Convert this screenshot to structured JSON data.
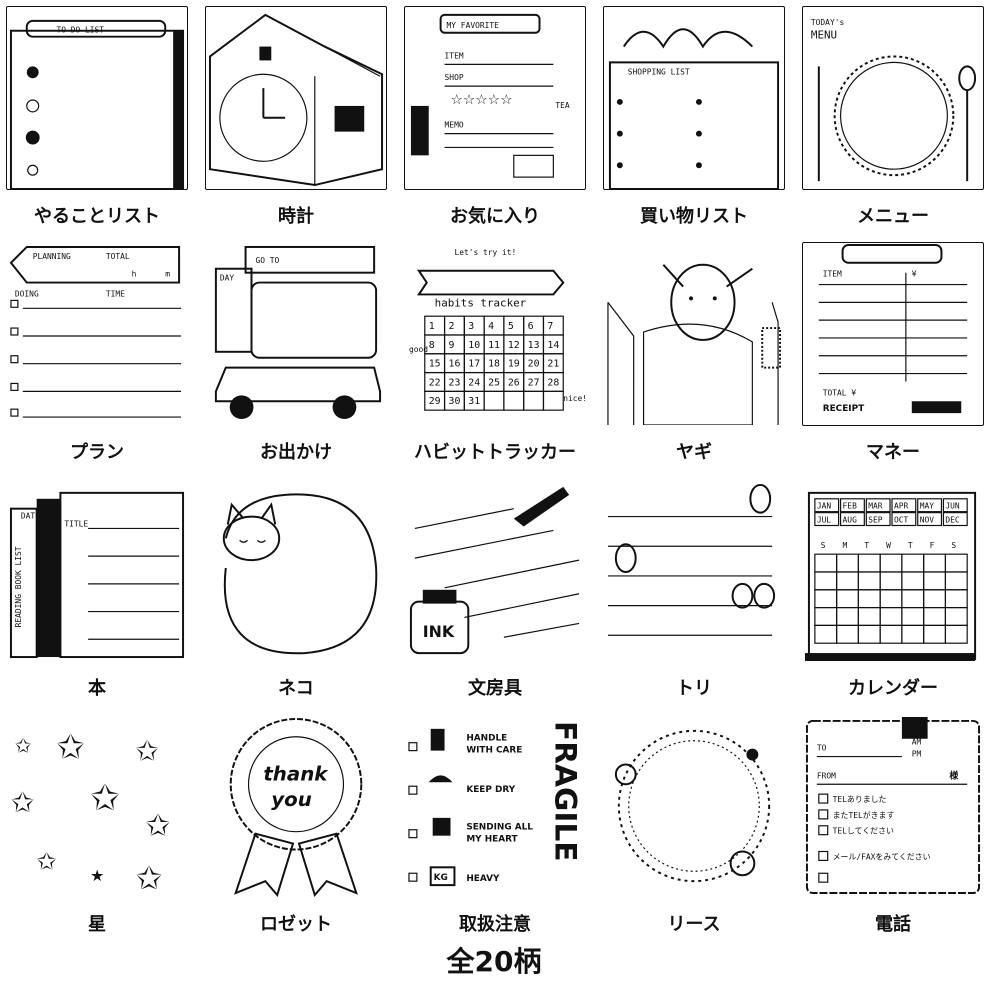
{
  "items": [
    {
      "label": "やることリスト",
      "texts": [
        "TO DO LIST"
      ]
    },
    {
      "label": "時計",
      "texts": []
    },
    {
      "label": "お気に入り",
      "texts": [
        "MY FAVORITE",
        "ITEM",
        "SHOP",
        "MEMO",
        "TEA"
      ]
    },
    {
      "label": "買い物リスト",
      "texts": [
        "SHOPPING LIST"
      ]
    },
    {
      "label": "メニュー",
      "texts": [
        "TODAY's",
        "MENU"
      ]
    },
    {
      "label": "プラン",
      "texts": [
        "PLANNING",
        "TOTAL",
        "h",
        "m",
        "DOING",
        "TIME"
      ]
    },
    {
      "label": "お出かけ",
      "texts": [
        "GO TO",
        "DAY"
      ]
    },
    {
      "label": "ハビットトラッカー",
      "texts": [
        "Let's try it!",
        "habits tracker",
        "good",
        "nice!"
      ]
    },
    {
      "label": "ヤギ",
      "texts": []
    },
    {
      "label": "マネー",
      "texts": [
        "ITEM",
        "¥",
        "TOTAL ¥",
        "RECEIPT"
      ]
    },
    {
      "label": "本",
      "texts": [
        "DATE",
        "TITLE",
        "READING BOOK LIST"
      ]
    },
    {
      "label": "ネコ",
      "texts": []
    },
    {
      "label": "文房具",
      "texts": [
        "INK"
      ]
    },
    {
      "label": "トリ",
      "texts": []
    },
    {
      "label": "カレンダー",
      "texts": [
        "JAN",
        "FEB",
        "MAR",
        "APR",
        "MAY",
        "JUN",
        "JUL",
        "AUG",
        "SEP",
        "OCT",
        "NOV",
        "DEC",
        "S",
        "M",
        "T",
        "W",
        "T",
        "F",
        "S"
      ]
    },
    {
      "label": "星",
      "texts": []
    },
    {
      "label": "ロゼット",
      "texts": [
        "thank",
        "you"
      ]
    },
    {
      "label": "取扱注意",
      "texts": [
        "HANDLE",
        "WITH CARE",
        "KEEP DRY",
        "SENDING ALL",
        "MY HEART",
        "KG",
        "HEAVY",
        "FRAGILE"
      ]
    },
    {
      "label": "リース",
      "texts": []
    },
    {
      "label": "電話",
      "texts": [
        "TO",
        "AM",
        "PM",
        "FROM",
        "様",
        "TELありました",
        "またTELがきます",
        "TELしてください",
        "メール/FAXをみてください"
      ]
    }
  ],
  "habit_days": [
    "1",
    "2",
    "3",
    "4",
    "5",
    "6",
    "7",
    "8",
    "9",
    "10",
    "11",
    "12",
    "13",
    "14",
    "15",
    "16",
    "17",
    "18",
    "19",
    "20",
    "21",
    "22",
    "23",
    "24",
    "25",
    "26",
    "27",
    "28",
    "29",
    "30",
    "31"
  ],
  "footer": "全20柄"
}
